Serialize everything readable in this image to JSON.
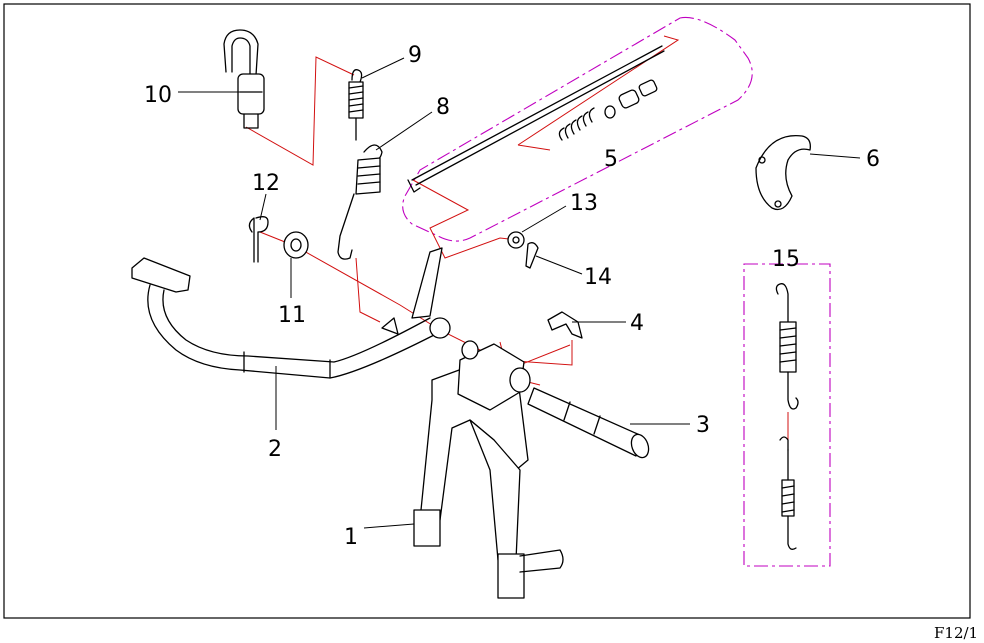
{
  "figure_code": "F12/1",
  "callouts": {
    "c1": "1",
    "c2": "2",
    "c3": "3",
    "c4": "4",
    "c5": "5",
    "c6": "6",
    "c7": "8",
    "c8": "9",
    "c9": "10",
    "c10": "11",
    "c11": "12",
    "c12": "13",
    "c13": "14",
    "c14": "15"
  },
  "colors": {
    "outline": "#000000",
    "assembly_line": "#d21010",
    "group_boundary": "#c000c0",
    "background": "#ffffff"
  }
}
